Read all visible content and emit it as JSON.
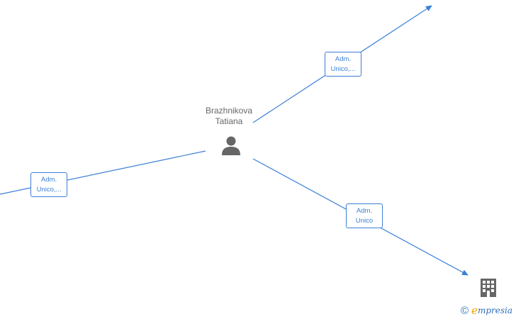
{
  "person": {
    "name_line1": "Brazhnikova",
    "name_line2": "Tatiana"
  },
  "relations": [
    {
      "id": "top-right",
      "line1": "Adm.",
      "line2": "Unico,..."
    },
    {
      "id": "left",
      "line1": "Adm.",
      "line2": "Unico,..."
    },
    {
      "id": "bottom-right",
      "line1": "Adm.",
      "line2": "Unico"
    }
  ],
  "colors": {
    "edge": "#3b7fd6",
    "node_icon": "#666666",
    "brand_accent": "#f0a500",
    "brand_text": "#2d6fb8"
  },
  "brand": {
    "copyright": "©",
    "initial": "e",
    "rest": "mpresia"
  }
}
